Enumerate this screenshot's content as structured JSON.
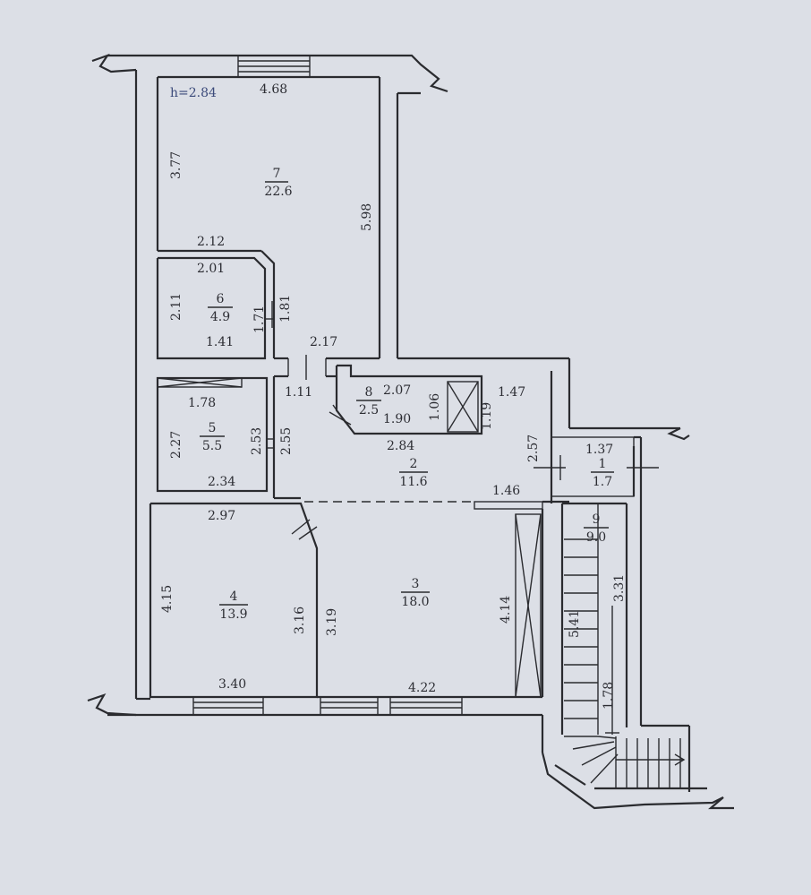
{
  "height_label": "h=2.84",
  "rooms": [
    {
      "number": "7",
      "area": "22.6"
    },
    {
      "number": "6",
      "area": "4.9"
    },
    {
      "number": "8",
      "area": "2.5"
    },
    {
      "number": "5",
      "area": "5.5"
    },
    {
      "number": "2",
      "area": "11.6"
    },
    {
      "number": "1",
      "area": "1.7"
    },
    {
      "number": "9",
      "area": "9.0"
    },
    {
      "number": "4",
      "area": "13.9"
    },
    {
      "number": "3",
      "area": "18.0"
    }
  ],
  "dims": {
    "r7_top": "4.68",
    "r7_left": "3.77",
    "r7_right": "5.98",
    "r7_bottom": "2.12",
    "r6_top": "2.01",
    "r6_left": "2.11",
    "r6_r1": "1.71",
    "r6_r2": "1.81",
    "r6_bottom": "1.41",
    "c_217": "2.17",
    "c_111": "1.11",
    "r8_207": "2.07",
    "r8_106": "1.06",
    "r8_190": "1.90",
    "r8_119": "1.19",
    "r8_147": "1.47",
    "r5_top": "1.78",
    "r5_left": "2.27",
    "r5_right": "2.53",
    "r5_bottom": "2.34",
    "r2_255": "2.55",
    "r2_284": "2.84",
    "r2_257": "2.57",
    "r2_146": "1.46",
    "r1_137": "1.37",
    "r4_top": "2.97",
    "r4_left": "4.15",
    "r4_right": "3.16",
    "r4_bottom": "3.40",
    "r3_left": "3.19",
    "r3_right": "4.14",
    "r3_bottom": "4.22",
    "r9_331": "3.31",
    "r9_541": "5.41",
    "r9_178": "1.78"
  }
}
